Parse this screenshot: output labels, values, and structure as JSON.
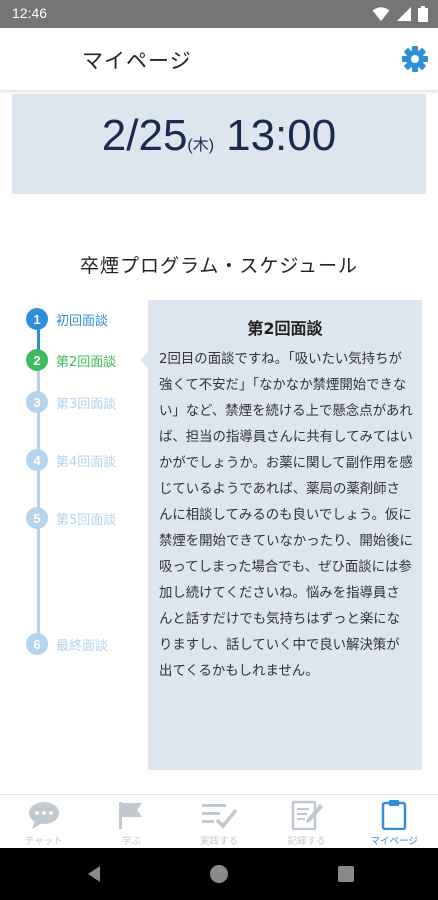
{
  "status_bar": {
    "time": "12:46"
  },
  "header": {
    "title": "マイページ"
  },
  "appointment": {
    "date": "2/25",
    "day": "(木)",
    "time": "13:00"
  },
  "program": {
    "title": "卒煙プログラム・スケジュール",
    "steps": [
      {
        "num": "1",
        "label": "初回面談",
        "state": "done"
      },
      {
        "num": "2",
        "label": "第2回面談",
        "state": "current"
      },
      {
        "num": "3",
        "label": "第3回面談",
        "state": "upcoming"
      },
      {
        "num": "4",
        "label": "第4回面談",
        "state": "upcoming"
      },
      {
        "num": "5",
        "label": "第5回面談",
        "state": "upcoming"
      },
      {
        "num": "6",
        "label": "最終面談",
        "state": "upcoming"
      }
    ]
  },
  "detail": {
    "title": "第2回面談",
    "body": "2回目の面談ですね。「吸いたい気持ちが強くて不安だ」「なかなか禁煙開始できない」など、禁煙を続ける上で懸念点があれば、担当の指導員さんに共有してみてはいかがでしょうか。お薬に関して副作用を感じているようであれば、薬局の薬剤師さんに相談してみるのも良いでしょう。仮に禁煙を開始できていなかったり、開始後に吸ってしまった場合でも、ぜひ面談には参加し続けてくださいね。悩みを指導員さんと話すだけでも気持ちはずっと楽になりますし、話していく中で良い解決策が出てくるかもしれません。"
  },
  "tabs": [
    {
      "label": "チャット",
      "icon": "chat-bubble-icon",
      "active": false
    },
    {
      "label": "学ぶ",
      "icon": "flag-icon",
      "active": false
    },
    {
      "label": "実践する",
      "icon": "checklist-icon",
      "active": false
    },
    {
      "label": "記録する",
      "icon": "edit-note-icon",
      "active": false
    },
    {
      "label": "マイページ",
      "icon": "clipboard-icon",
      "active": true
    }
  ],
  "colors": {
    "accent": "#2f8fd6",
    "current_step": "#3dbb5c",
    "upcoming_step": "#b4d3ec",
    "card_bg": "#dde6ee",
    "date_text": "#1a2a52"
  }
}
